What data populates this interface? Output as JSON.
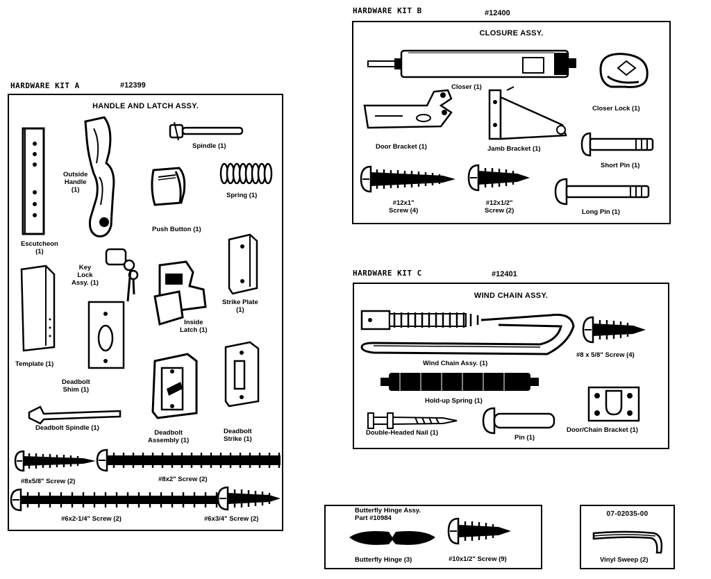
{
  "kit_a": {
    "title": "HARDWARE KIT  A",
    "number": "#12399",
    "heading": "HANDLE AND LATCH ASSY.",
    "parts": {
      "escutcheon": "Escutcheon",
      "escutcheon_qty": "(1)",
      "outside_handle": "Outside",
      "outside_handle_2": "Handle",
      "outside_handle_qty": "(1)",
      "spindle": "Spindle (1)",
      "spring": "Spring (1)",
      "push_button": "Push Button (1)",
      "key_lock": "Key",
      "key_lock_2": "Lock",
      "key_lock_3": "Assy. (1)",
      "strike_plate": "Strike Plate",
      "strike_plate_qty": "(1)",
      "inside_latch": "Inside",
      "inside_latch_2": "Latch (1)",
      "template": "Template (1)",
      "deadbolt_shim": "Deadbolt",
      "deadbolt_shim_2": "Shim (1)",
      "deadbolt_spindle": "Deadbolt Spindle (1)",
      "deadbolt_assembly": "Deadbolt",
      "deadbolt_assembly_2": "Assembly (1)",
      "deadbolt_strike": "Deadbolt",
      "deadbolt_strike_2": "Strike (1)",
      "screw_8x58": "#8x5/8\" Screw (2)",
      "screw_8x2": "#8x2\" Screw (2)",
      "screw_6x214": "#6x2-1/4\" Screw (2)",
      "screw_6x34": "#6x3/4\" Screw (2)"
    }
  },
  "kit_b": {
    "title": "HARDWARE KIT B",
    "number": "#12400",
    "heading": "CLOSURE ASSY.",
    "parts": {
      "closer": "Closer (1)",
      "closer_lock": "Closer Lock (1)",
      "door_bracket": "Door Bracket (1)",
      "jamb_bracket": "Jamb Bracket (1)",
      "short_pin": "Short Pin (1)",
      "screw_12x1": "#12x1\"",
      "screw_12x1_2": "Screw (4)",
      "screw_12x12": "#12x1/2\"",
      "screw_12x12_2": "Screw (2)",
      "long_pin": "Long Pin (1)"
    }
  },
  "kit_c": {
    "title": "HARDWARE KIT C",
    "number": "#12401",
    "heading": "WIND CHAIN ASSY.",
    "parts": {
      "wind_chain": "Wind Chain Assy. (1)",
      "screw_8x58": "#8 x 5/8\" Screw (4)",
      "holdup_spring": "Hold-up Spring (1)",
      "double_nail": "Double-Headed Nail (1)",
      "pin": "Pin (1)",
      "door_chain_bracket": "Door/Chain Bracket (1)"
    }
  },
  "butterfly": {
    "line1": "Butterfly Hinge Assy.",
    "line2": "Part #10984",
    "hinge": "Butterfly Hinge (3)",
    "screw": "#10x1/2\" Screw (9)"
  },
  "sweep": {
    "number": "07-02035-00",
    "label": "Vinyl Sweep (2)"
  }
}
